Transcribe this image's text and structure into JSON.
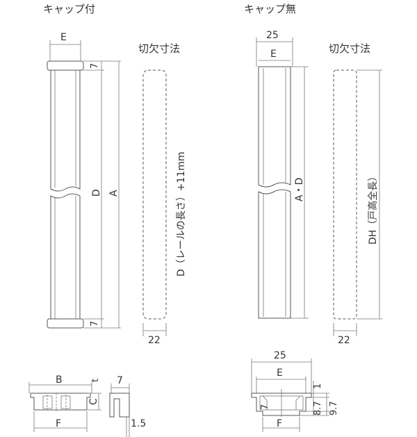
{
  "titles": {
    "with_cap": "キャップ付",
    "without_cap": "キャップ無"
  },
  "cutout_label": "切欠寸法",
  "with_cap": {
    "dim_e": "E",
    "dim_cap_top": "7",
    "dim_cap_bottom": "7",
    "dim_d": "D",
    "dim_a": "A",
    "cutout_text": "D（レールの長さ）+11mm",
    "cutout_width": "22"
  },
  "without_cap": {
    "dim_25": "25",
    "dim_e": "E",
    "dim_ad": "A・D",
    "cutout_text": "DH（戸高全長）",
    "cutout_width": "22"
  },
  "section_with_cap": {
    "dim_b": "B",
    "dim_t": "t",
    "dim_7": "7",
    "dim_c": "C",
    "dim_f": "F",
    "dim_15": "1.5"
  },
  "section_without_cap": {
    "dim_25": "25",
    "dim_e": "E",
    "dim_1": "1",
    "dim_7": "7",
    "dim_87": "8.7",
    "dim_97": "9.7",
    "dim_f": "F"
  }
}
